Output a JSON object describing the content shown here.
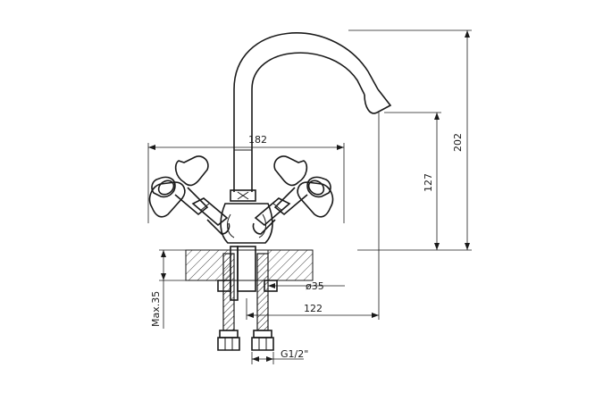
{
  "dimensions": {
    "width_total": "182",
    "reach": "122",
    "spout_height": "127",
    "total_height": "202",
    "hole_diameter": "ø35",
    "max_deck": "Max.35",
    "thread": "G1/2\""
  },
  "colors": {
    "line": "#1a1a1a",
    "background": "#ffffff"
  }
}
